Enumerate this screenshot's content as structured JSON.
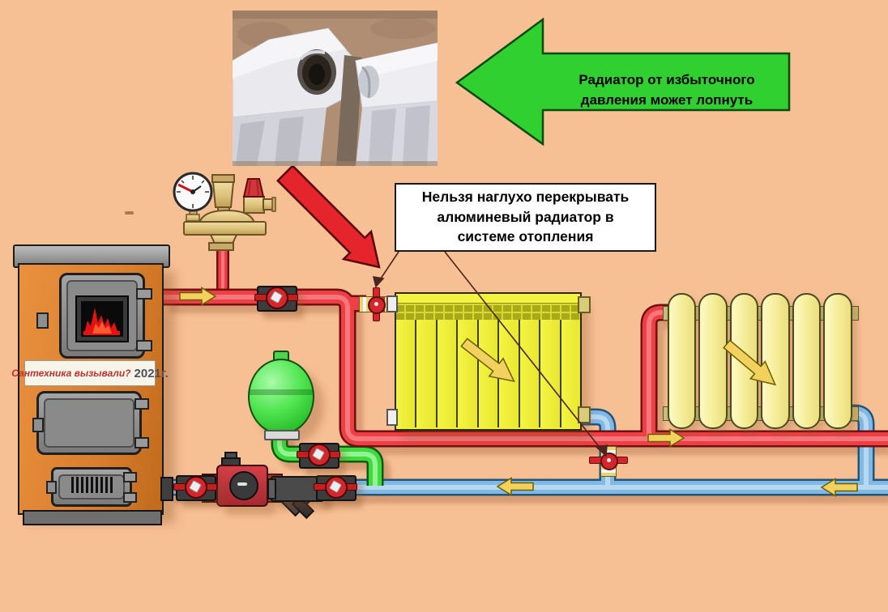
{
  "green_arrow": {
    "line1": "Радиатор от избыточного",
    "line2": "давления может лопнуть"
  },
  "warning_box": {
    "line1": "Нельзя наглухо перекрывать",
    "line2": "алюминевый радиатор в",
    "line3": "системе отопления"
  },
  "boiler": {
    "brand_text": "Сантехника вызывали?",
    "year_text": "2021г."
  },
  "radiators": {
    "aluminum": {
      "sections": 9
    },
    "cast_iron": {
      "sections": 6
    }
  },
  "colors": {
    "background": "#F7BF94",
    "supply_pipe_red": "#EE3F45",
    "return_pipe_blue": "#82B8E4",
    "expansion_pipe_green": "#3EDA3E",
    "boiler_body_orange": "#DB8133",
    "radiator_aluminum_yellow": "#EFEF38",
    "radiator_cast_iron_yellow": "#F9F2A2",
    "callout_arrow_green": "#2FD02F",
    "warning_arrow_red": "#E6242B",
    "flow_arrow_yellow": "#F2D15F"
  }
}
